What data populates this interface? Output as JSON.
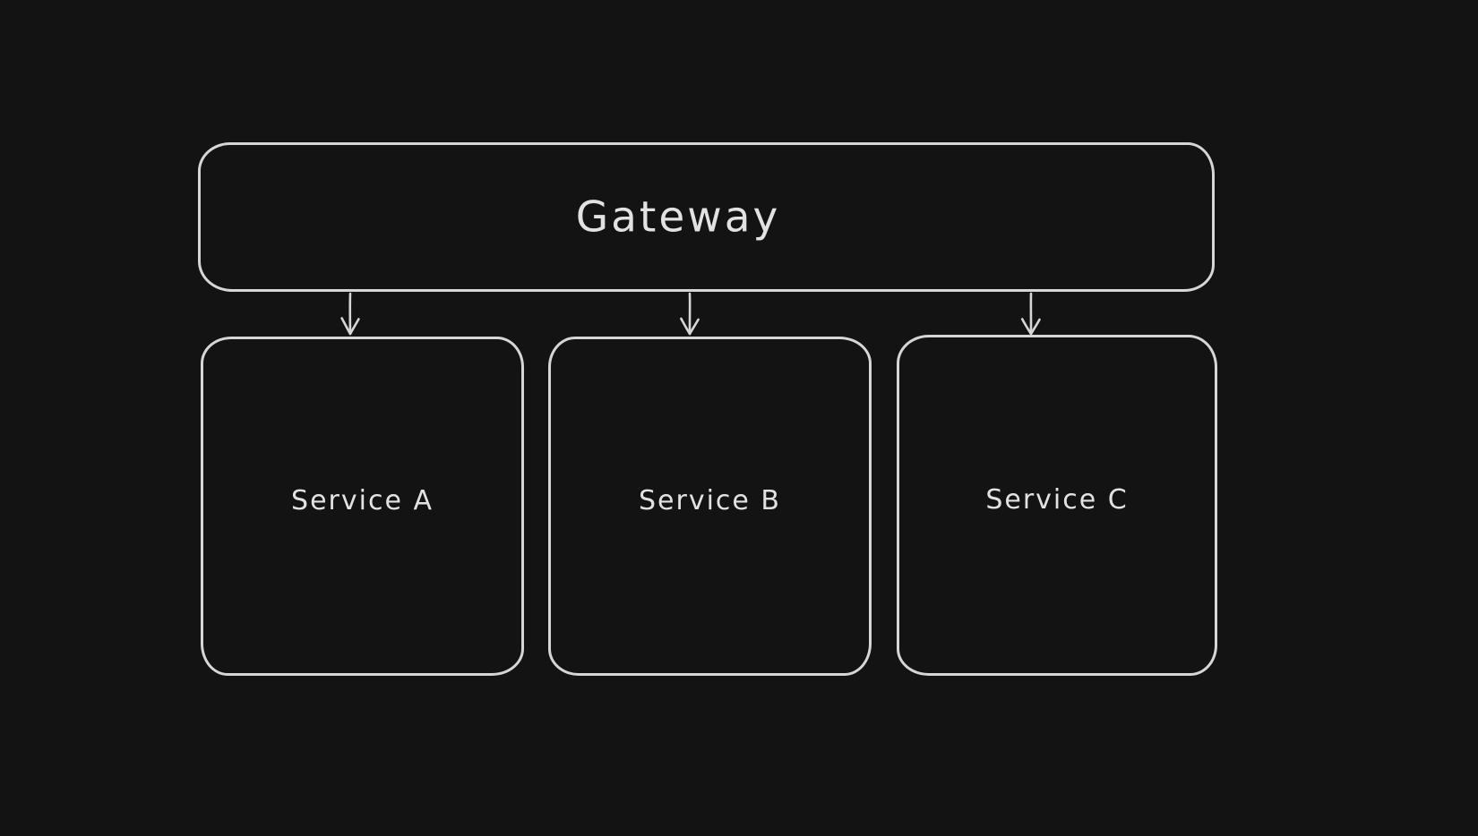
{
  "diagram": {
    "nodes": [
      {
        "id": "gateway",
        "label": "Gateway"
      },
      {
        "id": "service-a",
        "label": "Service A"
      },
      {
        "id": "service-b",
        "label": "Service B"
      },
      {
        "id": "service-c",
        "label": "Service C"
      }
    ],
    "edges": [
      {
        "from": "gateway",
        "to": "service-a"
      },
      {
        "from": "gateway",
        "to": "service-b"
      },
      {
        "from": "gateway",
        "to": "service-c"
      }
    ],
    "colors": {
      "background": "#131313",
      "stroke": "#d6d6d6",
      "text": "#e2e2e2"
    }
  }
}
